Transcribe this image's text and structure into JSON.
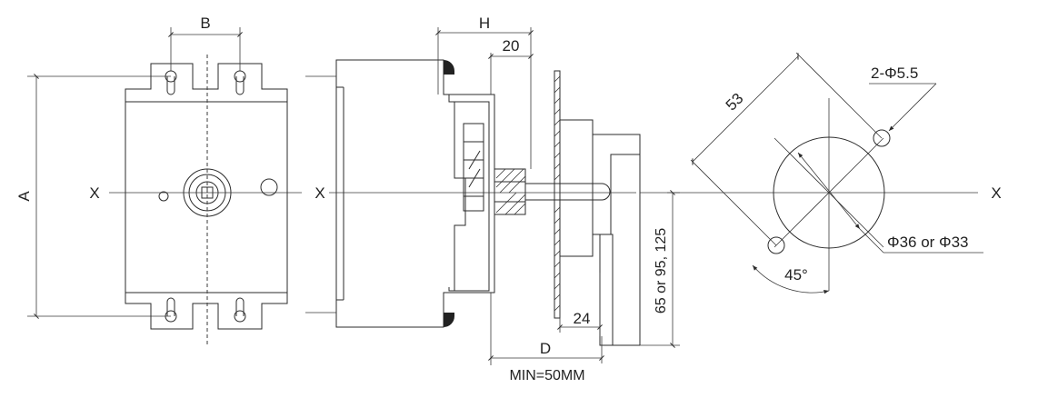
{
  "labels": {
    "front_width": "B",
    "front_height": "A",
    "axis_left": "X",
    "axis_middle": "X",
    "axis_right": "X",
    "side_depth": "H",
    "side_offset": "20",
    "handle_offset": "24",
    "shaft_length": "D",
    "min_length": "MIN=50MM",
    "handle_height": "65 or 95, 125",
    "diagonal": "53",
    "holes": "2-Φ5.5",
    "circle_diameter": "Φ36 or Φ33",
    "angle": "45°"
  }
}
